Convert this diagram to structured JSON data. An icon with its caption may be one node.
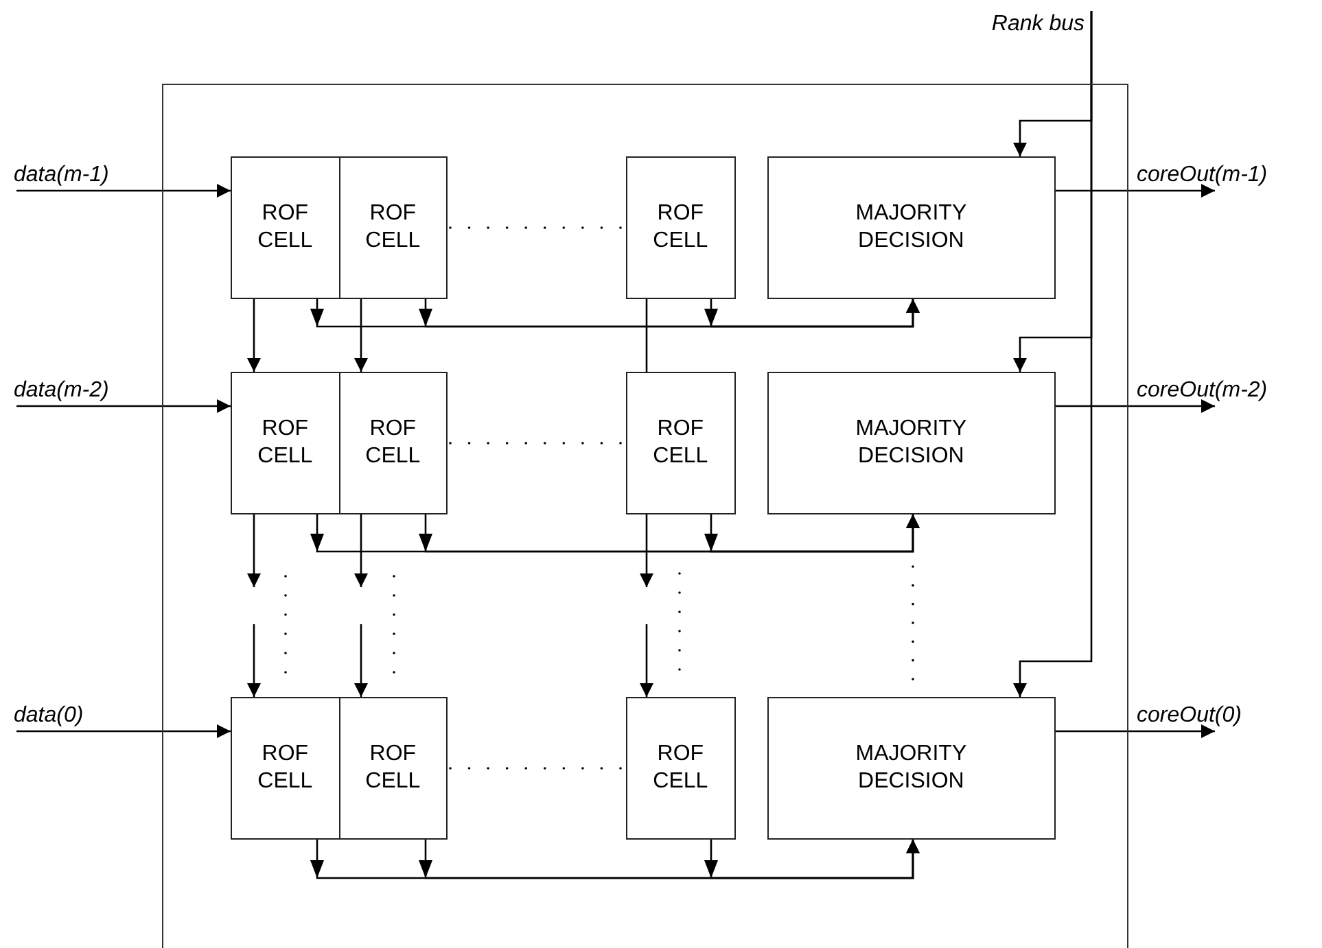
{
  "diagram": {
    "nodes": [
      {
        "text": [
          "Rank bus"
        ]
      },
      {
        "text": [],
        "shape": "box"
      },
      {
        "text": [
          "data(m-1)"
        ]
      },
      {
        "text": [
          "ROF CELL"
        ],
        "in": 1
      },
      {
        "text": [
          "ROF CELL"
        ],
        "in": 1
      },
      {
        "text": [
          "ROF CELL"
        ],
        "in": 1
      },
      {
        "text": [
          "MAJORITY DECISION"
        ],
        "in": 1
      },
      {
        "text": [
          "coreOut(m-1)"
        ]
      },
      {
        "text": [
          "data(m-2)"
        ]
      },
      {
        "text": [
          "ROF CELL"
        ],
        "in": 1
      },
      {
        "text": [
          "ROF CELL"
        ],
        "in": 1
      },
      {
        "text": [
          "ROF CELL"
        ],
        "in": 1
      },
      {
        "text": [
          "MAJORITY DECISION"
        ],
        "in": 1
      },
      {
        "text": [
          "coreOut(m-2)"
        ]
      },
      {
        "text": [
          "data(0)"
        ]
      },
      {
        "text": [
          "ROF CELL"
        ],
        "in": 1
      },
      {
        "text": [
          "ROF CELL"
        ],
        "in": 1
      },
      {
        "text": [
          "ROF CELL"
        ],
        "in": 1
      },
      {
        "text": [
          "MAJORITY DECISION"
        ],
        "in": 1
      },
      {
        "text": [
          "coreOut(0)"
        ]
      }
    ],
    "edges": [
      {
        "from": 0,
        "to": 6,
        "arrow": "to"
      },
      {
        "from": 0,
        "to": 12,
        "arrow": "to"
      },
      {
        "from": 0,
        "to": 18,
        "arrow": "to"
      },
      {
        "from": 2,
        "to": 3,
        "arrow": "to"
      },
      {
        "from": 8,
        "to": 9,
        "arrow": "to"
      },
      {
        "from": 14,
        "to": 15,
        "arrow": "to"
      },
      {
        "from": 6,
        "to": 7,
        "arrow": "to"
      },
      {
        "from": 12,
        "to": 13,
        "arrow": "to"
      },
      {
        "from": 18,
        "to": 19,
        "arrow": "to"
      },
      {
        "from": 3,
        "to": 9,
        "arrow": "to"
      },
      {
        "from": 4,
        "to": 10,
        "arrow": "to"
      },
      {
        "from": 5,
        "to": 11,
        "arrow": "none"
      },
      {
        "from": 9,
        "to": null,
        "arrow": "to"
      },
      {
        "from": null,
        "to": 15,
        "arrow": "to"
      },
      {
        "from": 10,
        "to": null,
        "arrow": "to"
      },
      {
        "from": null,
        "to": 16,
        "arrow": "to"
      },
      {
        "from": 11,
        "to": null,
        "arrow": "to"
      },
      {
        "from": null,
        "to": 17,
        "arrow": "to"
      },
      {
        "from": 3,
        "to": 6,
        "arrow": "to"
      },
      {
        "from": 4,
        "to": 6,
        "arrow": "to"
      },
      {
        "from": 5,
        "to": 6,
        "arrow": "to"
      },
      {
        "from": 9,
        "to": 12,
        "arrow": "to"
      },
      {
        "from": 10,
        "to": 12,
        "arrow": "to"
      },
      {
        "from": 11,
        "to": 12,
        "arrow": "to"
      },
      {
        "from": 15,
        "to": 18,
        "arrow": "to"
      },
      {
        "from": 16,
        "to": 18,
        "arrow": "to"
      },
      {
        "from": 17,
        "to": 18,
        "arrow": "to"
      }
    ]
  }
}
